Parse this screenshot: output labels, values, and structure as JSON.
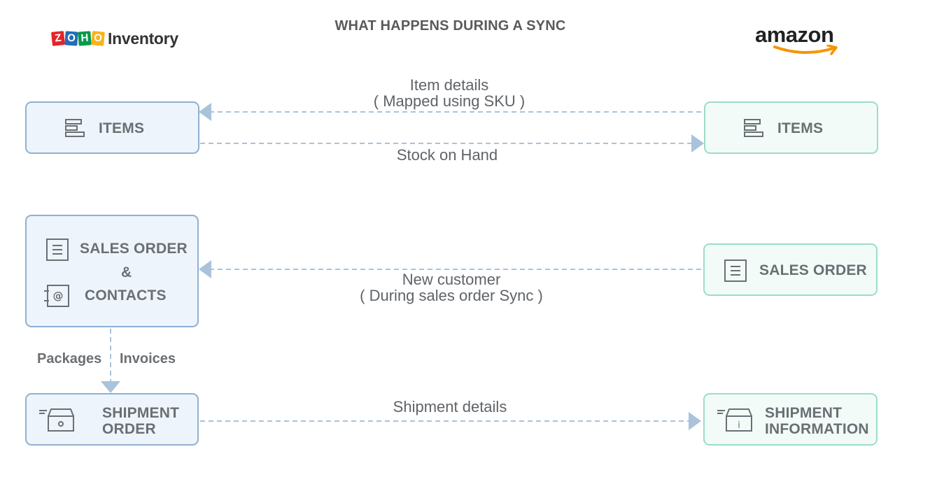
{
  "header": {
    "title": "WHAT HAPPENS DURING A SYNC",
    "left_logo": {
      "letters": [
        "Z",
        "O",
        "H",
        "O"
      ],
      "word": "Inventory"
    },
    "right_logo": {
      "word": "amazon"
    }
  },
  "colors": {
    "zoho_box_fill": "#eef4fb",
    "zoho_box_border": "#8fb0cf",
    "amazon_box_fill": "#f2fbf8",
    "amazon_box_border": "#9bdccb",
    "arrow": "#a9c3da",
    "zoho_tiles": [
      "#e42527",
      "#226db4",
      "#089949",
      "#f9b21d"
    ],
    "amazon_smile": "#f79400"
  },
  "zoho_boxes": {
    "items": {
      "label": "ITEMS",
      "icon": "list-stack-icon"
    },
    "sales_order": {
      "label_line1": "SALES ORDER",
      "label_amp": "&",
      "label_line2": "CONTACTS",
      "icons": [
        "document-icon",
        "contact-card-icon"
      ]
    },
    "shipment": {
      "label_line1": "SHIPMENT",
      "label_line2": "ORDER",
      "icon": "shipping-box-icon"
    }
  },
  "amazon_boxes": {
    "items": {
      "label": "ITEMS",
      "icon": "list-stack-icon"
    },
    "sales_order": {
      "label": "SALES ORDER",
      "icon": "document-icon"
    },
    "shipment": {
      "label_line1": "SHIPMENT",
      "label_line2": "INFORMATION",
      "icon": "shipping-box-info-icon"
    }
  },
  "flows": {
    "item_details": {
      "line1": "Item details",
      "line2": "( Mapped using SKU )"
    },
    "stock_on_hand": {
      "line1": "Stock on Hand"
    },
    "new_customer": {
      "line1": "New customer",
      "line2": "( During sales order Sync )"
    },
    "shipment_details": {
      "line1": "Shipment details"
    },
    "packages": "Packages",
    "invoices": "Invoices"
  }
}
